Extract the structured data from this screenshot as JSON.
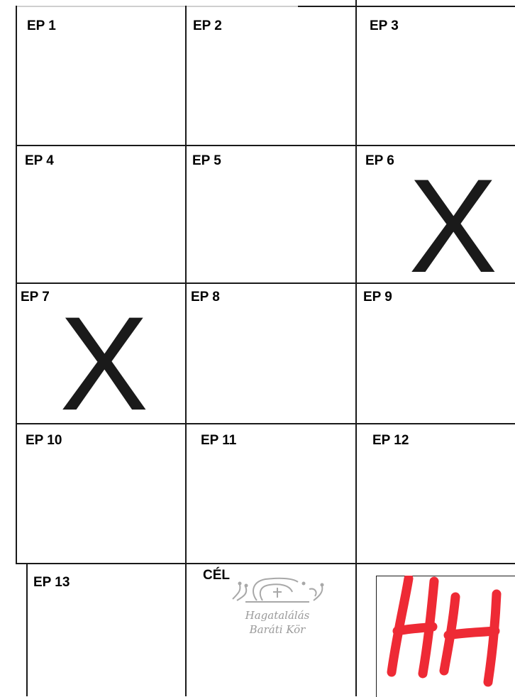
{
  "cells": [
    {
      "label": "EP 1"
    },
    {
      "label": "EP 2"
    },
    {
      "label": "EP 3"
    },
    {
      "label": "EP 4"
    },
    {
      "label": "EP 5"
    },
    {
      "label": "EP 6",
      "mark": "X"
    },
    {
      "label": "EP 7",
      "mark": "X"
    },
    {
      "label": "EP 8"
    },
    {
      "label": "EP 9"
    },
    {
      "label": "EP 10"
    },
    {
      "label": "EP 11"
    },
    {
      "label": "EP 12"
    },
    {
      "label": "EP 13"
    },
    {
      "label": "CÉL"
    }
  ],
  "logo": {
    "line1": "Hagatalálás",
    "line2": "Baráti Kör"
  },
  "corner_mark": {
    "text": "HH",
    "color": "#ee2a35"
  },
  "colors": {
    "grid_line": "#1a1a1a",
    "mark": "#1a1a1a",
    "logo": "#9a9a9a"
  }
}
